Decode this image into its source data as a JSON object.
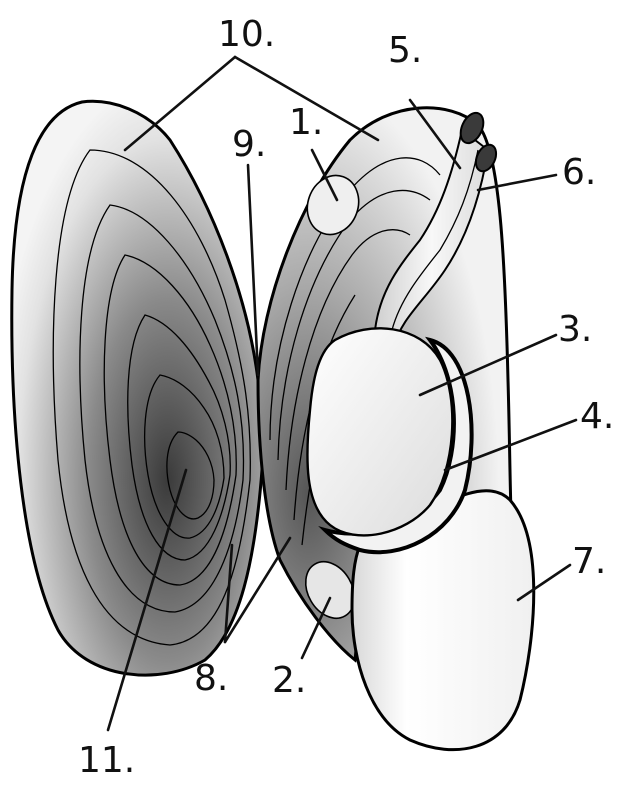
{
  "diagram": {
    "labels": [
      "10.",
      "9.",
      "1.",
      "5.",
      "6.",
      "3.",
      "4.",
      "7.",
      "8.",
      "2.",
      "11."
    ]
  }
}
